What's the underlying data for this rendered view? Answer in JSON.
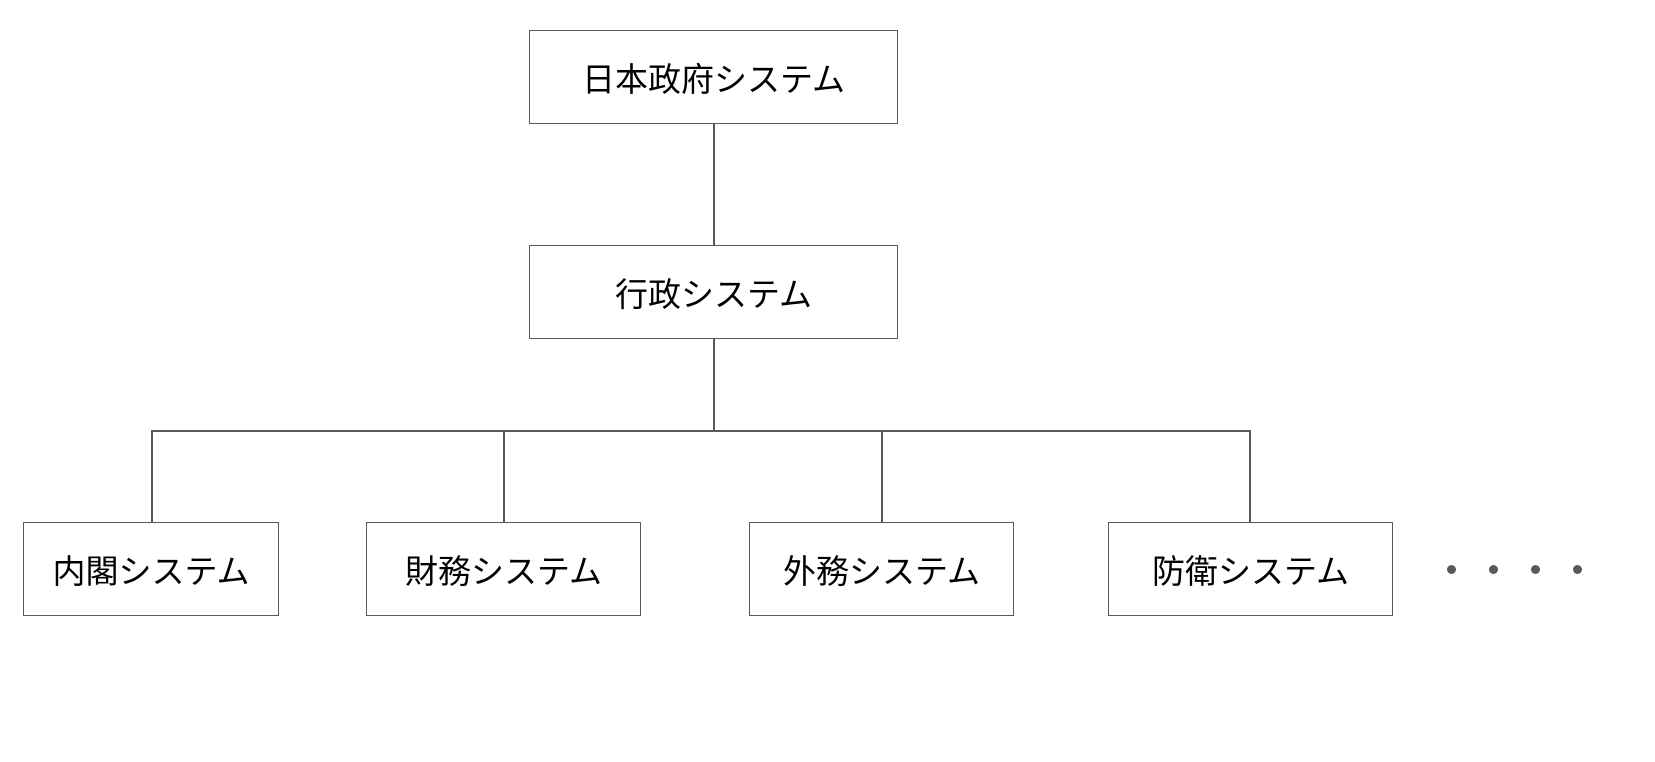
{
  "diagram": {
    "root": {
      "label": "日本政府システム"
    },
    "middle": {
      "label": "行政システム"
    },
    "children": [
      {
        "label": "内閣システム"
      },
      {
        "label": "財務システム"
      },
      {
        "label": "外務システム"
      },
      {
        "label": "防衛システム"
      }
    ],
    "continuation": "ellipsis-dots"
  },
  "colors": {
    "line": "#595959",
    "box_border": "#595959",
    "text": "#000000",
    "background": "#ffffff"
  }
}
